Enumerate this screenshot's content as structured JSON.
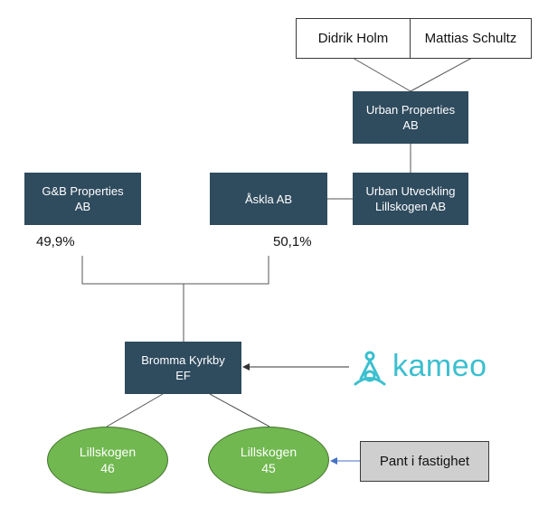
{
  "owners": {
    "owner_1": "Didrik Holm",
    "owner_2": "Mattias Schultz"
  },
  "entities": {
    "urban_properties": "Urban Properties\nAB",
    "urban_utveckling": "Urban Utveckling\nLillskogen AB",
    "askla": "Åskla AB",
    "gb_properties": "G&B Properties\nAB",
    "bromma_kyrkby": "Bromma Kyrkby\nEF"
  },
  "shares": {
    "gb_share": "49,9%",
    "askla_share": "50,1%"
  },
  "properties": {
    "lillskogen_46": "Lillskogen\n46",
    "lillskogen_45": "Lillskogen\n45"
  },
  "lender": {
    "name": "kameo",
    "brand_color": "#3bbfcf"
  },
  "collateral": {
    "label": "Pant i fastighet"
  },
  "colors": {
    "box_dark": "#2f4b5e",
    "ellipse_green": "#70b84f",
    "arrow_blue": "#4472c4"
  }
}
